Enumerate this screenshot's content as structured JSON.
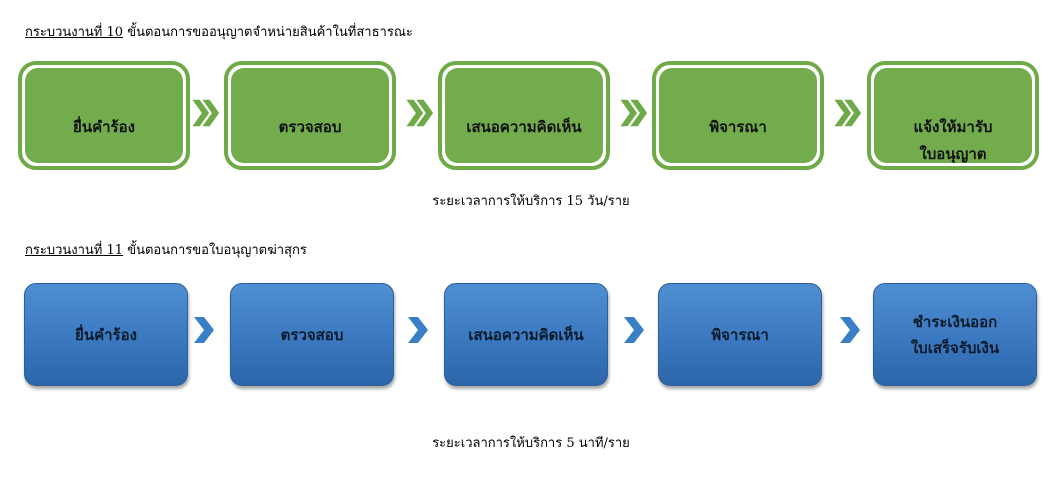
{
  "process10": {
    "label": "กระบวนงานที่ 10",
    "title": " ขั้นตอนการขออนุญาตจำหน่ายสินค้าในที่สาธารณะ",
    "steps": [
      "ยื่นคำร้อง",
      "ตรวจสอบ",
      "เสนอความคิดเห็น",
      "พิจารณา",
      "แจ้งให้มารับ",
      "ใบอนุญาต"
    ],
    "duration": "ระยะเวลาการให้บริการ 15 วัน/ราย",
    "accent_color": "#72ac4d",
    "arrow_icon": "double-chevron-right-icon"
  },
  "process11": {
    "label": "กระบวนงานที่ 11",
    "title": " ขั้นตอนการขอใบอนุญาตฆ่าสุกร",
    "steps": [
      "ยื่นคำร้อง",
      "ตรวจสอบ",
      "เสนอความคิดเห็น",
      "พิจารณา",
      "ชำระเงินออก",
      "ใบเสร็จรับเงิน"
    ],
    "duration": "ระยะเวลาการให้บริการ 5 นาที/ราย",
    "accent_color": "#3a78c0",
    "arrow_icon": "chevron-right-icon"
  }
}
